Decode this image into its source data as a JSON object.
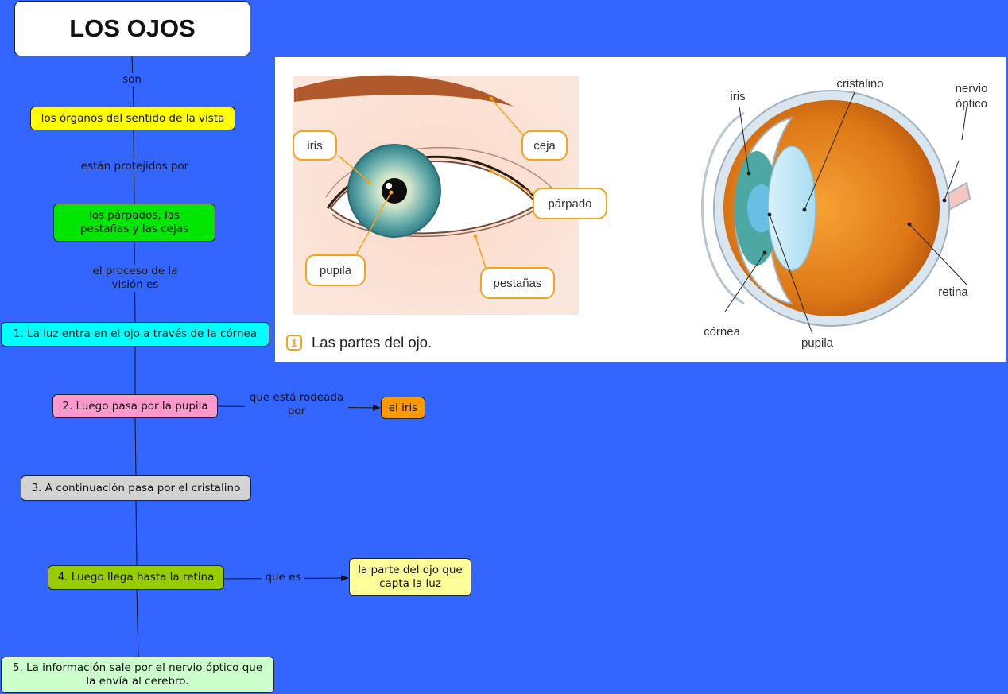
{
  "title": "LOS OJOS",
  "concept_map": {
    "nodes": {
      "organos": "los órganos del sentido de la vista",
      "protecciones": "los párpados, las pestañas y las cejas",
      "paso1": "1. La luz entra en el ojo a través de la córnea",
      "paso2": "2. Luego pasa por la pupila",
      "iris": "el iris",
      "paso3": "3. A continuación pasa por el cristalino",
      "paso4": "4. Luego llega hasta la retina",
      "capta": "la parte del ojo que capta la luz",
      "paso5": "5. La información sale por el nervio óptico que la envía al cerebro."
    },
    "links": {
      "son": "son",
      "protegidos": "están protejidos por",
      "proceso": "el proceso de la visión es",
      "rodeada": "que está rodeada por",
      "que_es": "que es"
    }
  },
  "figure": {
    "caption_number": "1",
    "caption": "Las partes del ojo.",
    "external_labels": {
      "iris": "iris",
      "ceja": "ceja",
      "parpado": "párpado",
      "pupila": "pupila",
      "pestanas": "pestañas"
    },
    "section_labels": {
      "cristalino": "cristalino",
      "iris": "iris",
      "nervio": "nervio óptico",
      "retina": "retina",
      "cornea": "córnea",
      "pupila": "pupila"
    }
  },
  "colors": {
    "background": "#3366ff",
    "callout_border": "#f2a41c"
  }
}
